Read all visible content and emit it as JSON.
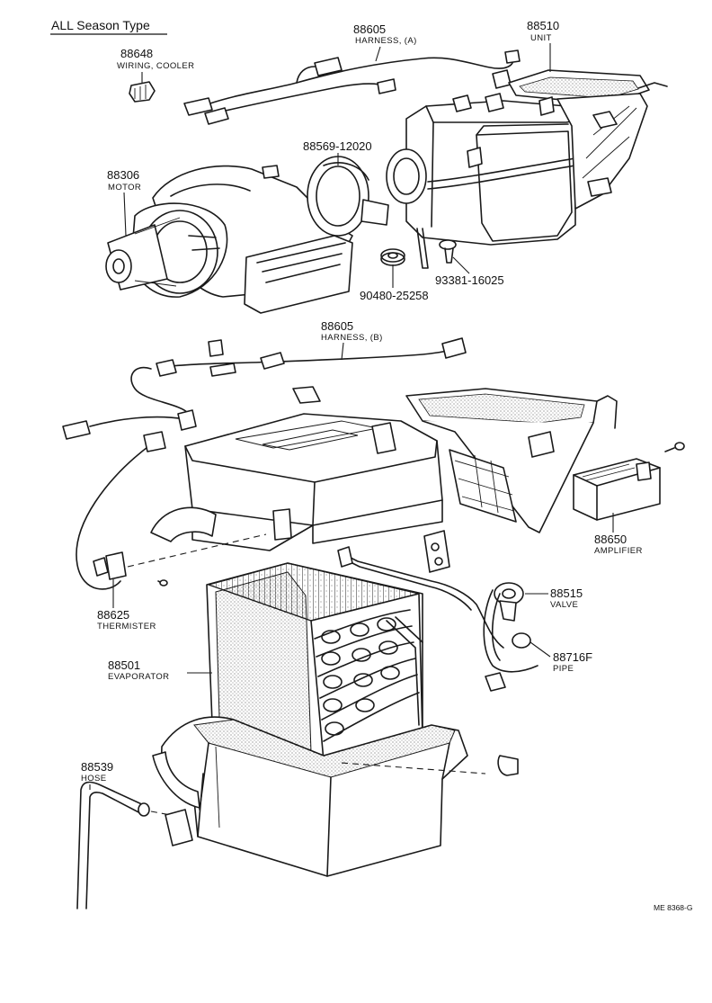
{
  "diagram": {
    "title": "ALL Season Type",
    "drawing_code": "ME 8368-G",
    "parts": [
      {
        "number": "88648",
        "name": "WIRING, COOLER"
      },
      {
        "number": "88605",
        "name": "HARNESS, (A)"
      },
      {
        "number": "88510",
        "name": "UNIT"
      },
      {
        "number": "88306",
        "name": "MOTOR"
      },
      {
        "number": "88569-12020",
        "name": ""
      },
      {
        "number": "93381-16025",
        "name": ""
      },
      {
        "number": "90480-25258",
        "name": ""
      },
      {
        "number": "88605",
        "name": "HARNESS, (B)"
      },
      {
        "number": "88650",
        "name": "AMPLIFIER"
      },
      {
        "number": "88625",
        "name": "THERMISTER"
      },
      {
        "number": "88515",
        "name": "VALVE"
      },
      {
        "number": "88501",
        "name": "EVAPORATOR"
      },
      {
        "number": "88716F",
        "name": "PIPE"
      },
      {
        "number": "88539",
        "name": "HOSE"
      }
    ]
  }
}
